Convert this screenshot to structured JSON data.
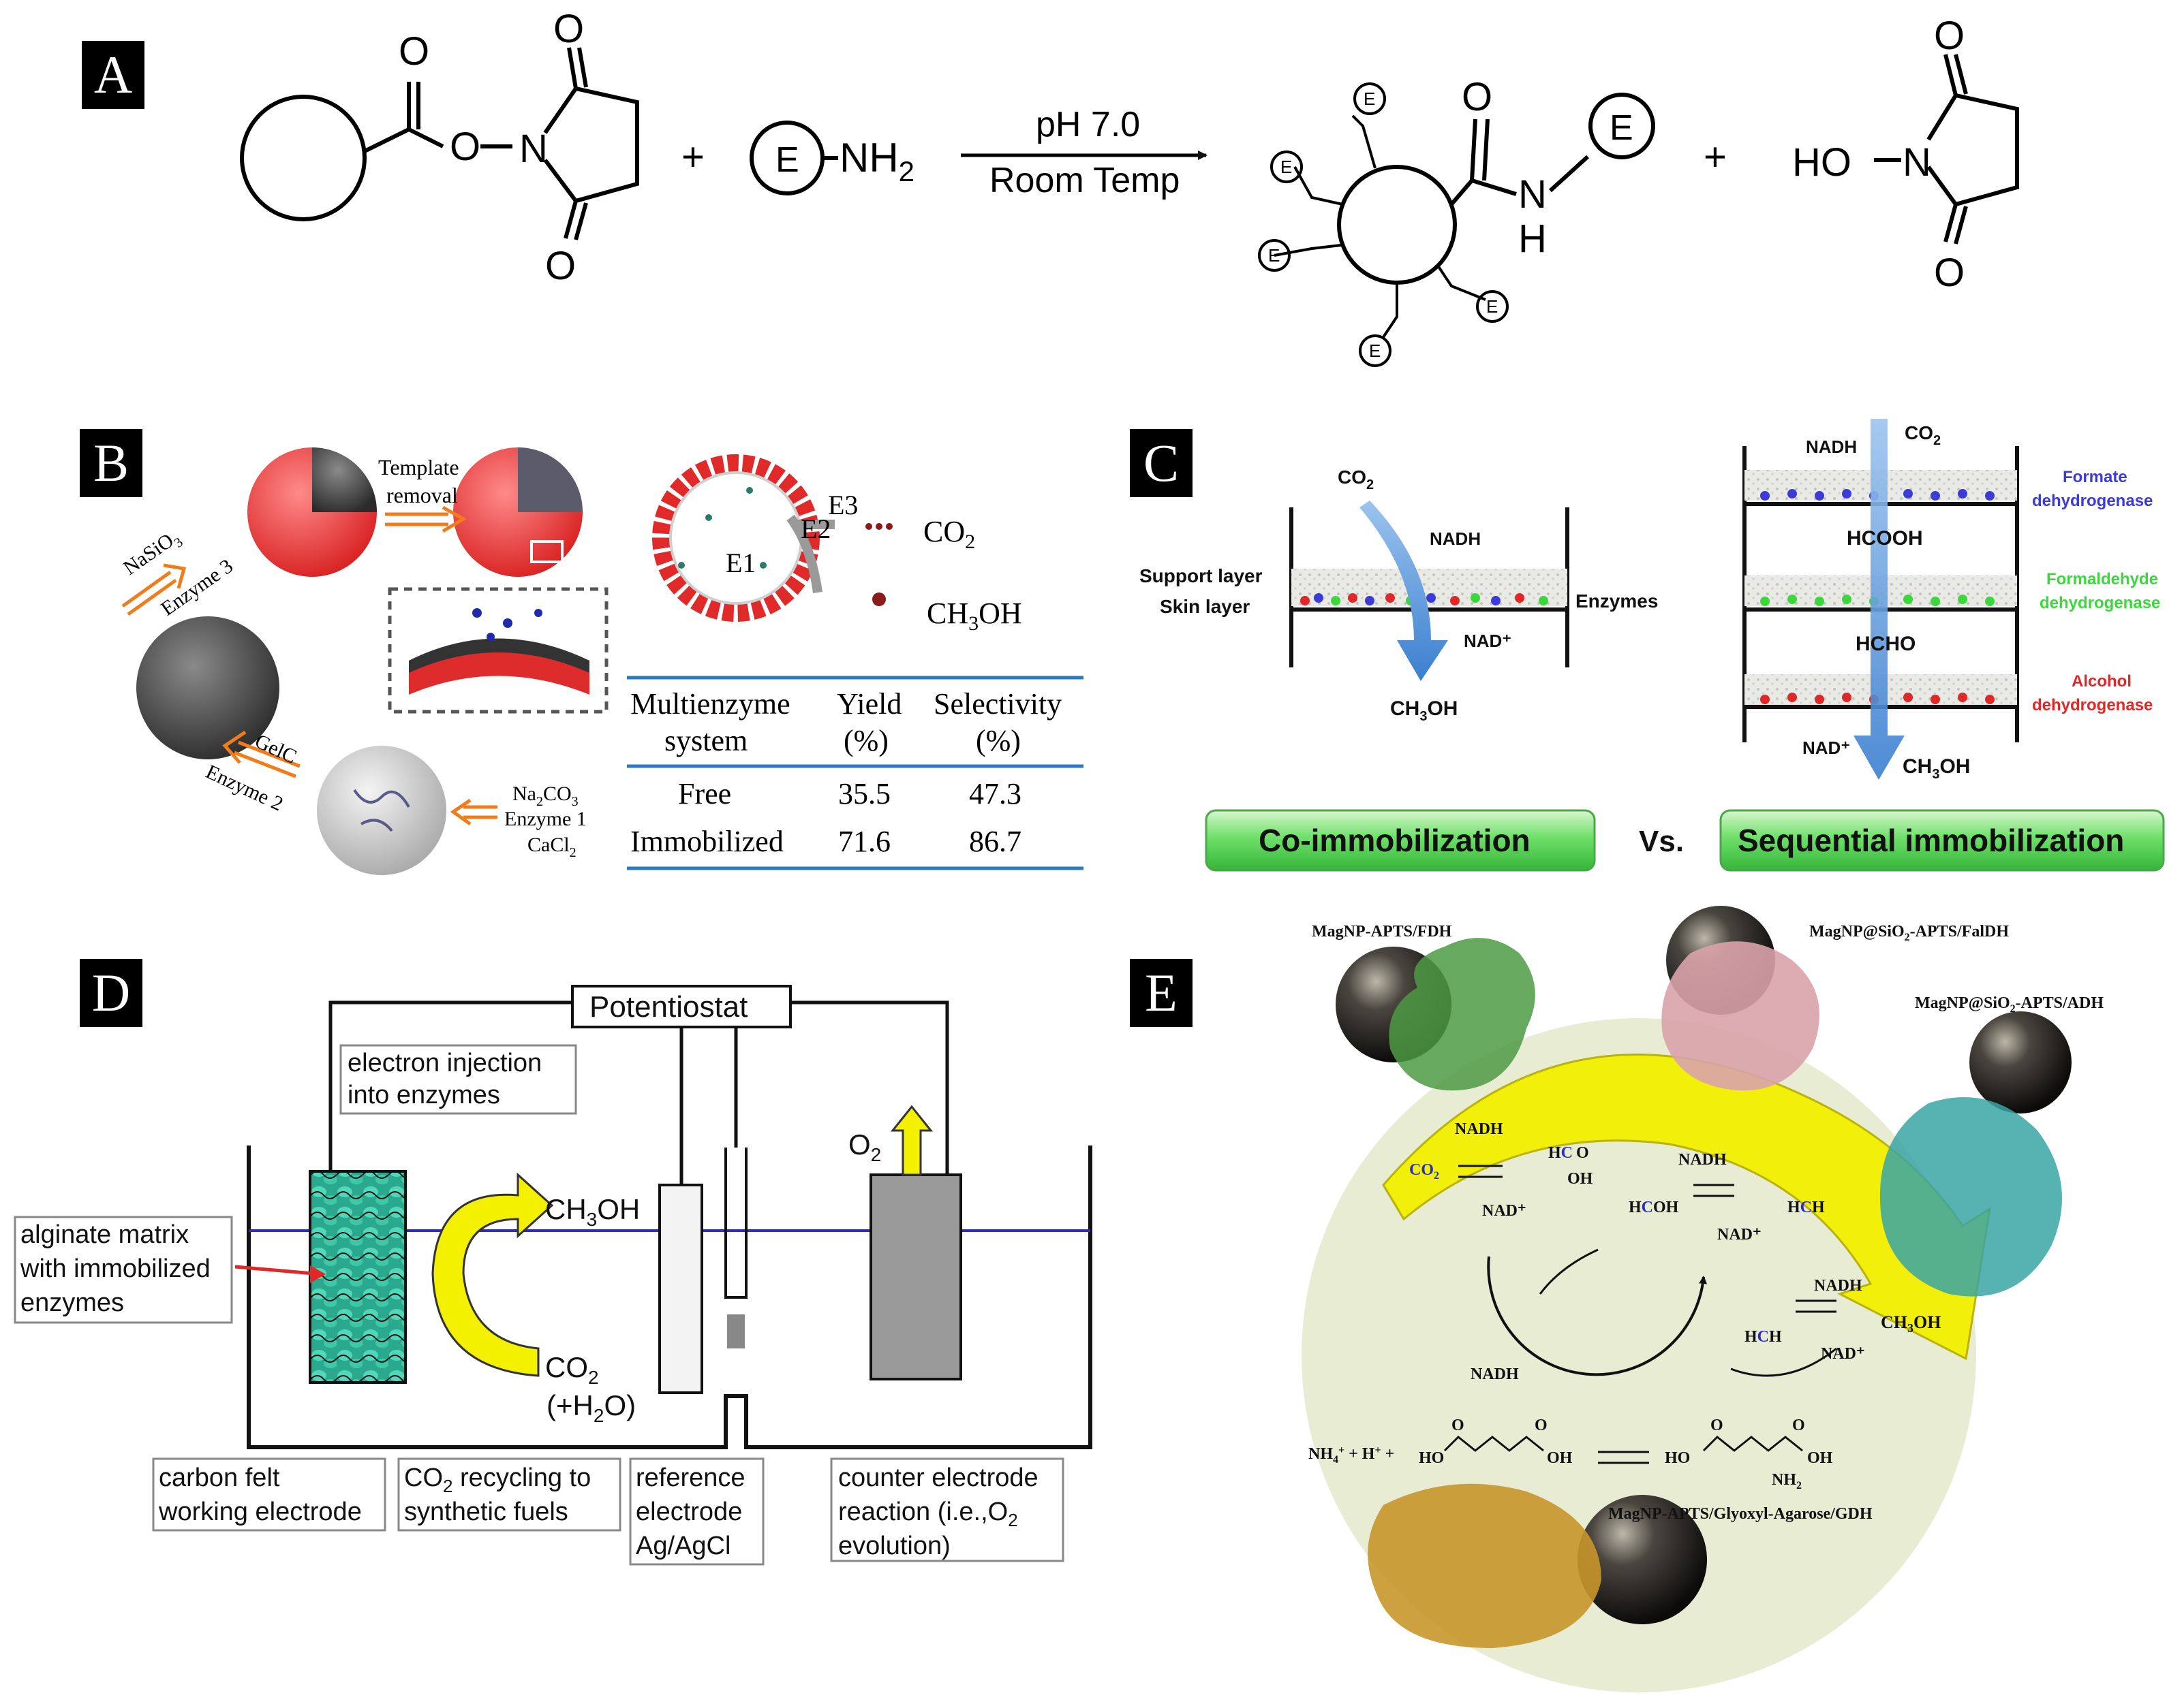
{
  "panels": {
    "a": "A",
    "b": "B",
    "c": "C",
    "d": "D",
    "e": "E"
  },
  "panel_a": {
    "ester_o_top": "O",
    "ester_o_link": "O",
    "n_atom": "N",
    "imide_o_top": "O",
    "imide_o_bottom": "O",
    "plus_1": "+",
    "enzyme": "E",
    "nh2": "NH",
    "nh2_sub": "2",
    "condition_top": "pH 7.0",
    "condition_bottom": "Room Temp",
    "amide_o": "O",
    "amide_n": "N",
    "amide_h": "H",
    "plus_2": "+",
    "nhs_ho": "HO",
    "nhs_n": "N",
    "nhs_o_top": "O",
    "nhs_o_bottom": "O",
    "enzyme_label": "E"
  },
  "panel_b": {
    "template_removal": "Template removal",
    "nasio3": "NaSiO",
    "nasio3_sub": "3",
    "enzyme3": "Enzyme 3",
    "gelc": "GelC",
    "enzyme2": "Enzyme 2",
    "na2co3": "Na",
    "na2co3_sub": "2",
    "na2co3_rest": "CO",
    "na2co3_sub2": "3",
    "enzyme1": "Enzyme 1",
    "cacl2": "CaCl",
    "cacl2_sub": "2",
    "e1": "E1",
    "e2": "E2",
    "e3": "E3",
    "co2": "CO",
    "co2_sub": "2",
    "ch3oh": "CH",
    "ch3oh_sub": "3",
    "ch3oh_rest": "OH",
    "table": {
      "headers": [
        [
          "Multienzyme",
          "system"
        ],
        [
          "Yield",
          "(%)"
        ],
        [
          "Selectivity",
          "(%)"
        ]
      ],
      "rows": [
        [
          "Free",
          "35.5",
          "47.3"
        ],
        [
          "Immobilized",
          "71.6",
          "86.7"
        ]
      ]
    }
  },
  "panel_c": {
    "left_co2": "CO",
    "left_co2_sub": "2",
    "left_nadh": "NADH",
    "support_layer": "Support layer",
    "skin_layer": "Skin layer",
    "enzymes": "Enzymes",
    "left_nad": "NAD⁺",
    "left_ch3oh": "CH",
    "left_ch3oh_sub": "3",
    "left_ch3oh_rest": "OH",
    "right_nadh": "NADH",
    "right_co2": "CO",
    "right_co2_sub": "2",
    "hcooh": "HCOOH",
    "hcho": "HCHO",
    "right_nad": "NAD⁺",
    "right_ch3oh": "CH",
    "right_ch3oh_sub": "3",
    "right_ch3oh_rest": "OH",
    "formate_1": "Formate",
    "formate_2": "dehydrogenase",
    "formaldehyde_1": "Formaldehyde",
    "formaldehyde_2": "dehydrogenase",
    "alcohol_1": "Alcohol",
    "alcohol_2": "dehydrogenase",
    "co_immobilization": "Co-immobilization",
    "vs": "Vs.",
    "sequential_immobilization": "Sequential immobilization"
  },
  "panel_d": {
    "potentiostat": "Potentiostat",
    "electron_injection_1": "electron injection",
    "electron_injection_2": "into enzymes",
    "o2": "O",
    "o2_sub": "2",
    "ch3oh": "CH",
    "ch3oh_sub": "3",
    "ch3oh_rest": "OH",
    "co2": "CO",
    "co2_sub": "2",
    "h2o": "(+H",
    "h2o_sub": "2",
    "h2o_rest": "O)",
    "alginate_1": "alginate matrix",
    "alginate_2": "with immobilized",
    "alginate_3": "enzymes",
    "carbon_felt_1": "carbon felt",
    "carbon_felt_2": "working electrode",
    "co2_recycling_1a": "CO",
    "co2_recycling_1sub": "2",
    "co2_recycling_1b": " recycling to",
    "co2_recycling_2": "synthetic fuels",
    "reference_1": "reference",
    "reference_2": "electrode",
    "reference_3": "Ag/AgCl",
    "counter_1": "counter electrode",
    "counter_2": "reaction (i.e.,O",
    "counter_2sub": "2",
    "counter_3": "evolution)"
  },
  "panel_e": {
    "fdh": "MagNP-APTS/FDH",
    "faldh_a": "MagNP@SiO",
    "faldh_sub": "2",
    "faldh_b": "-APTS/FalDH",
    "adh_a": "MagNP@SiO",
    "adh_sub": "2",
    "adh_b": "-APTS/ADH",
    "gdh": "MagNP-APTS/Glyoxyl-Agarose/GDH",
    "nadh_1": "NADH",
    "co2": "CO",
    "co2_sub": "2",
    "nad_1": "NAD⁺",
    "formic_h": "H",
    "formic_c": "C",
    "formic_o": "O",
    "formic_oh": "OH",
    "nadh_2": "NADH",
    "nad_2": "NAD⁺",
    "formic2_h": "H",
    "formic2_c": "C",
    "formic2_oh": "OH",
    "formald_h1": "H",
    "formald_c": "C",
    "formald_h2": "H",
    "nadh_3": "NADH",
    "nad_3": "NAD⁺",
    "formald2_h1": "H",
    "formald2_c": "C",
    "formald2_h2": "H",
    "ch3oh": "CH",
    "ch3oh_sub": "3",
    "ch3oh_rest": "OH",
    "nadh_cycle": "NADH",
    "nh4": "NH",
    "nh4_sub": "4",
    "nh4_sup": "+",
    "plus_h": " + H",
    "plus_h_sup": "+",
    "plus_end": " +",
    "ho_left": "HO",
    "oh_left": "OH",
    "o_l1": "O",
    "o_l2": "O",
    "ho_right": "HO",
    "oh_right": "OH",
    "o_r1": "O",
    "o_r2": "O",
    "nh2": "NH",
    "nh2_sub": "2"
  },
  "colors": {
    "panel_c_arrow": "#3b7fd0",
    "panel_c_button": "#59d85a",
    "formate_label": "#3b3bd8",
    "formaldehyde_label": "#3bd83b",
    "alcohol_label": "#e02828",
    "table_rule": "#2b7ac0",
    "arrow_orange": "#f07c1c",
    "yellow_arrow": "#f3f000",
    "circle_fill": "#e7ecd3",
    "enzyme_teal": "#3dc6a7"
  }
}
